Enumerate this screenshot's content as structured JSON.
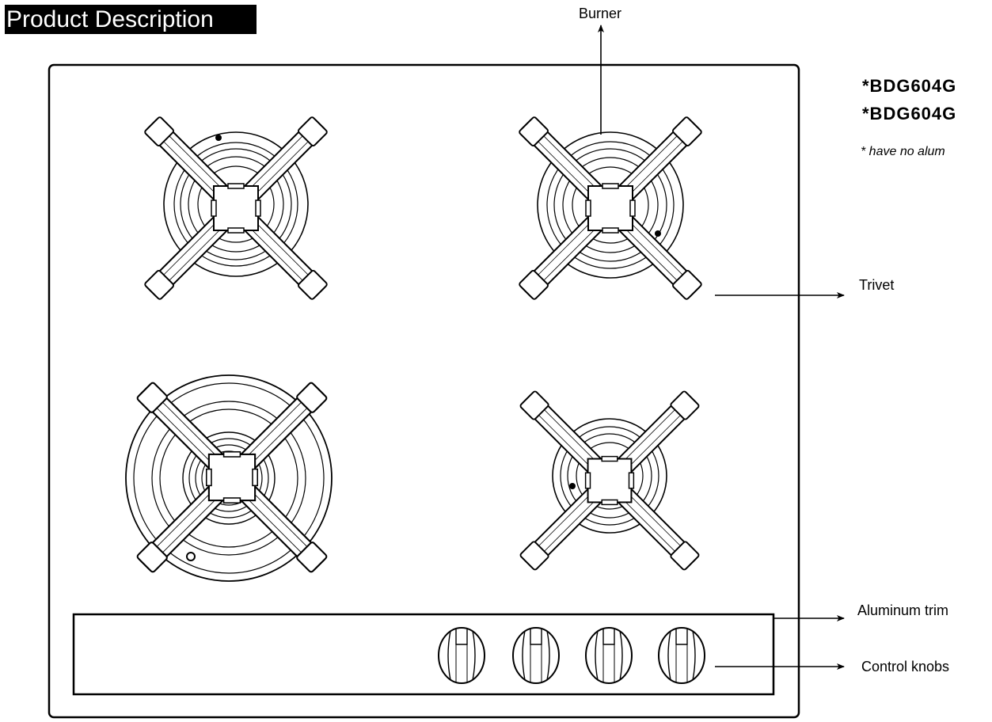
{
  "title": "Product Description",
  "models": [
    "*BDG604G",
    "*BDG604G"
  ],
  "note": "* have no alum",
  "labels": {
    "burner": "Burner",
    "trivet": "Trivet",
    "aluminum_trim": "Aluminum trim",
    "control_knobs": "Control knobs"
  },
  "colors": {
    "line": "#000000",
    "background": "#ffffff",
    "heading_bg": "#000000",
    "heading_text": "#ffffff"
  }
}
